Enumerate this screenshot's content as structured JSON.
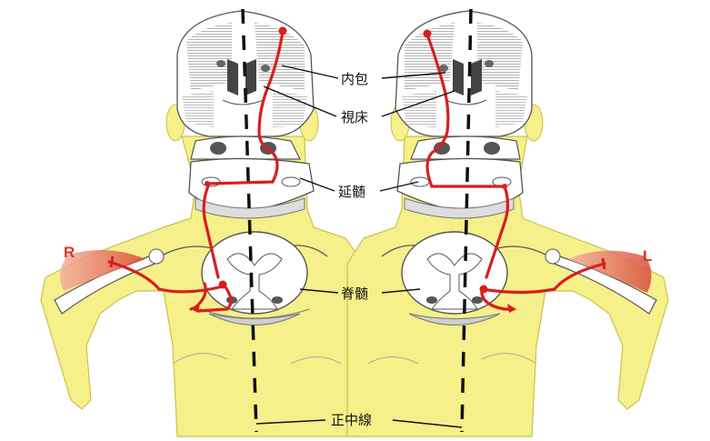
{
  "labels": {
    "internal_capsule": "内包",
    "thalamus": "視床",
    "medulla": "延髄",
    "spinal_cord": "脊髄",
    "midline": "正中線"
  },
  "side_labels": {
    "right": "R",
    "left": "L"
  },
  "colors": {
    "skin": "#f5f08a",
    "skin_edge": "#c9c24a",
    "pathway": "#d81e1e",
    "midline": "#111111",
    "muscle": "#e06060",
    "brain_line": "#555555"
  }
}
